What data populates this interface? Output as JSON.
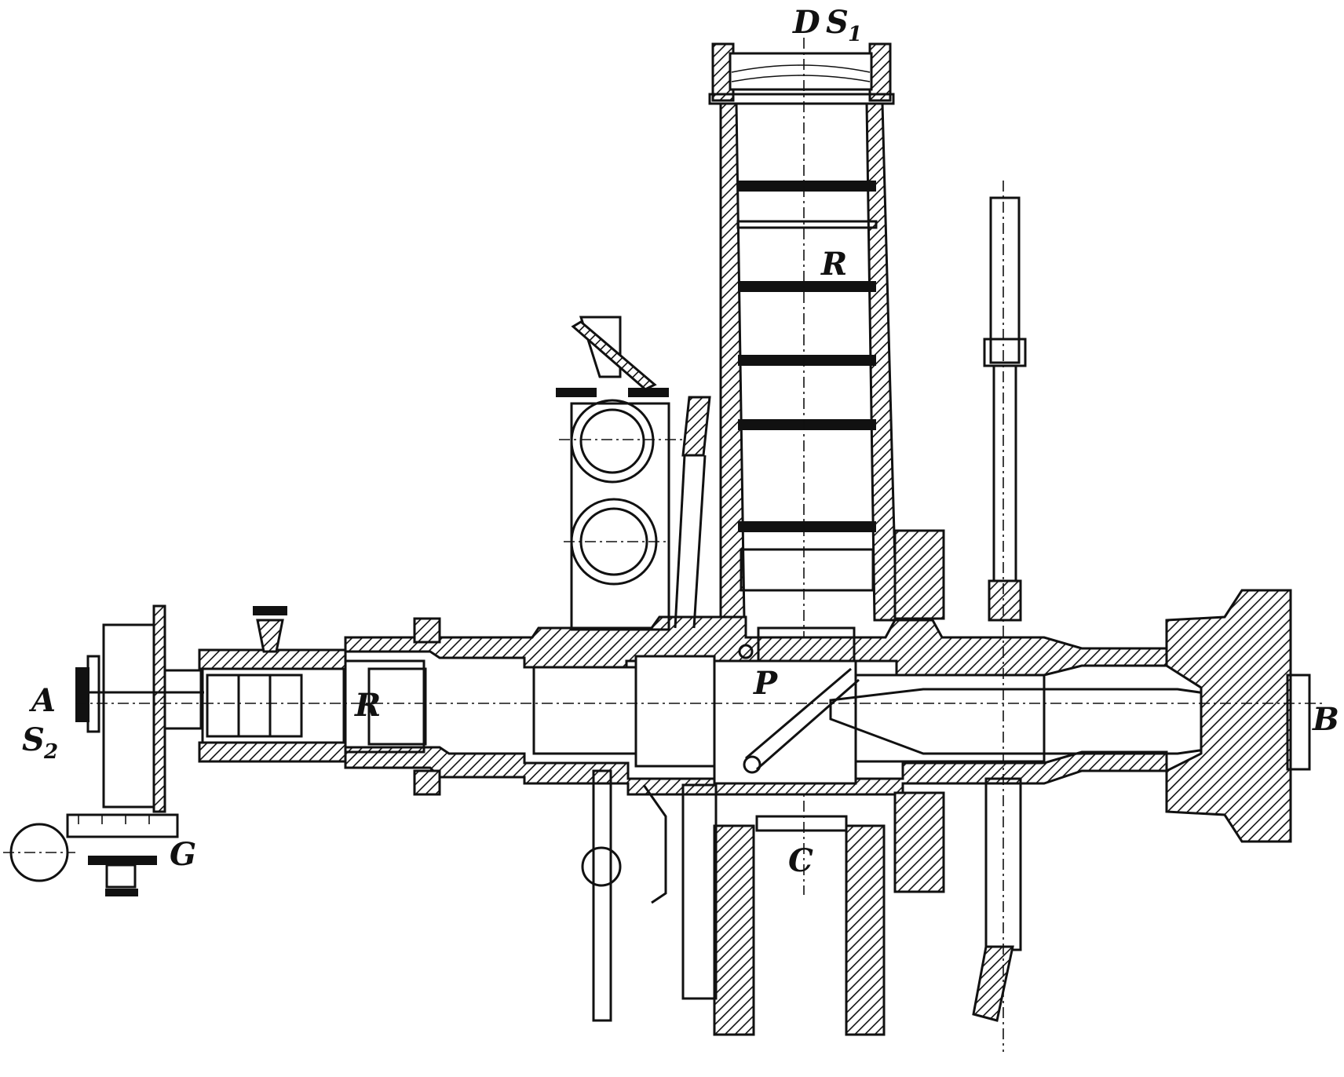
{
  "figure": {
    "labels": {
      "D": "D",
      "S1": "S",
      "S1_sub": "1",
      "R_upper": "R",
      "R_lower": "R",
      "P": "P",
      "A": "A",
      "S2": "S",
      "S2_sub": "2",
      "G": "G",
      "C": "C",
      "B": "B"
    }
  }
}
